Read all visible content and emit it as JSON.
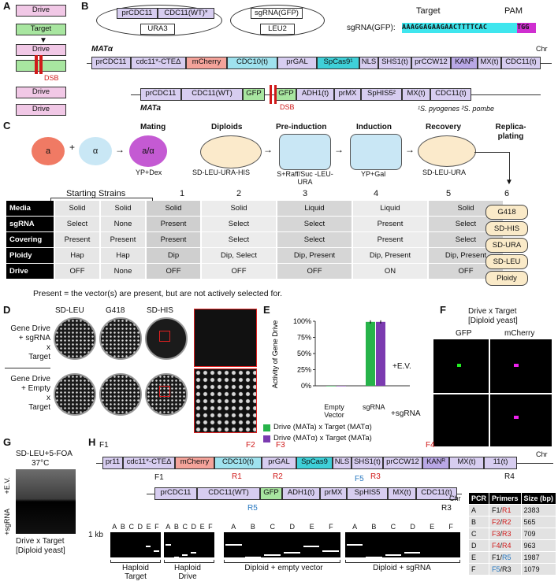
{
  "panels": {
    "a": "A",
    "b": "B",
    "c": "C",
    "d": "D",
    "e": "E",
    "f": "F",
    "g": "G",
    "h": "H"
  },
  "A": {
    "drive": "Drive",
    "target": "Target",
    "dsb": "DSB"
  },
  "B": {
    "plasmid1_top": "prCDC11",
    "plasmid1_top2": "CDC11(WT)*",
    "plasmid1_marker": "URA3",
    "plasmid2_top": "sgRNA(GFP)",
    "plasmid2_marker": "LEU2",
    "sg_label": "sgRNA(GFP):",
    "target_label": "Target",
    "pam_label": "PAM",
    "target_seq": "AAAGGAGAAGAACTTTTCAC",
    "pam_seq": "TGG",
    "mat_alpha": "MATα",
    "mat_a": "MATa",
    "chr": "Chr",
    "drive_row": [
      "prCDC11",
      "cdc11*-CTEΔ",
      "mCherry",
      "CDC10(t)",
      "prGAL",
      "SpCas9¹",
      "NLS",
      "SHS1(t)",
      "prCCW12",
      "KANᴿ",
      "MX(t)",
      "CDC11(t)"
    ],
    "target_row": [
      "prCDC11",
      "CDC11(WT)",
      "GFP",
      "GFP",
      "ADH1(t)",
      "prMX",
      "SpHIS5²",
      "MX(t)",
      "CDC11(t)"
    ],
    "dsb": "DSB",
    "footnote": "¹S. pyogenes  ²S. pombe"
  },
  "C": {
    "cells": [
      "a",
      "α",
      "a/α"
    ],
    "steps": [
      {
        "title": "Mating",
        "sub": "YP+Dex"
      },
      {
        "title": "Diploids",
        "sub": "SD-LEU-URA-HIS"
      },
      {
        "title": "Pre-induction",
        "sub": "S+Raff/Suc -LEU-URA"
      },
      {
        "title": "Induction",
        "sub": "YP+Gal"
      },
      {
        "title": "Recovery",
        "sub": "SD-LEU-URA"
      },
      {
        "title": "Replica-plating",
        "sub": ""
      }
    ],
    "starting": "Starting Strains",
    "col_nums": [
      "1",
      "2",
      "3",
      "4",
      "5",
      "6"
    ],
    "rows": [
      {
        "h": "Media",
        "v": [
          "Solid",
          "Solid",
          "Solid",
          "Solid",
          "Liquid",
          "Liquid",
          "Solid"
        ]
      },
      {
        "h": "sgRNA",
        "v": [
          "Select",
          "None",
          "Present",
          "Select",
          "Select",
          "Present",
          "Select"
        ]
      },
      {
        "h": "Covering",
        "v": [
          "Present",
          "Present",
          "Present",
          "Select",
          "Select",
          "Present",
          "Select"
        ]
      },
      {
        "h": "Ploidy",
        "v": [
          "Hap",
          "Hap",
          "Dip",
          "Dip, Select",
          "Dip, Present",
          "Dip, Present",
          "Dip, Present"
        ]
      },
      {
        "h": "Drive",
        "v": [
          "OFF",
          "None",
          "OFF",
          "OFF",
          "OFF",
          "ON",
          "OFF"
        ]
      }
    ],
    "replica": [
      "G418",
      "SD-HIS",
      "SD-URA",
      "SD-LEU",
      "Ploidy"
    ],
    "note": "Present = the vector(s) are present, but are not actively selected for."
  },
  "D": {
    "cols": [
      "SD-LEU",
      "G418",
      "SD-HIS"
    ],
    "row1": [
      "Gene Drive",
      "+ sgRNA",
      "x",
      "Target"
    ],
    "row2": [
      "Gene Drive",
      "+ Empty",
      "x",
      "Target"
    ]
  },
  "E": {
    "ylabel": "Activity of Gene Drive",
    "yticks": [
      "0%",
      "25%",
      "50%",
      "75%",
      "100%"
    ],
    "xlabels": [
      "Empty Vector",
      "sgRNA"
    ],
    "legend": [
      "Drive (MATa) x Target (MATα)",
      "Drive (MATα) x Target (MATa)"
    ],
    "colors": [
      "#27b34a",
      "#7b3bb0"
    ]
  },
  "chart_data": {
    "type": "bar",
    "categories": [
      "Empty Vector",
      "sgRNA"
    ],
    "series": [
      {
        "name": "Drive (MATa) x Target (MATα)",
        "values": [
          0,
          99
        ]
      },
      {
        "name": "Drive (MATα) x Target (MATa)",
        "values": [
          0,
          99
        ]
      }
    ],
    "ylabel": "Activity of Gene Drive",
    "ylim": [
      0,
      100
    ]
  },
  "F": {
    "title1": "Drive x Target",
    "title2": "[Diploid yeast]",
    "cols": [
      "GFP",
      "mCherry"
    ],
    "rows": [
      "+E.V.",
      "+sgRNA"
    ]
  },
  "G": {
    "title1": "SD-LEU+5-FOA",
    "title2": "37°C",
    "ev": "+E.V.",
    "sg": "+sgRNA",
    "foot1": "Drive x Target",
    "foot2": "[Diploid yeast]"
  },
  "H": {
    "top_row": [
      "pr11",
      "cdc11*-CTEΔ",
      "mCherry",
      "CDC10(t)",
      "prGAL",
      "SpCas9",
      "NLS",
      "SHS1(t)",
      "prCCW12",
      "KANᴿ",
      "MX(t)",
      "11(t)"
    ],
    "bottom_row": [
      "prCDC11",
      "CDC11(WT)",
      "GFP",
      "ADH1(t)",
      "prMX",
      "SpHIS5",
      "MX(t)",
      "CDC11(t)"
    ],
    "primers": [
      "F1",
      "R1",
      "F2",
      "R2",
      "F3",
      "R3",
      "F4",
      "R4",
      "F1",
      "R5",
      "F5",
      "R3"
    ],
    "chr": "Chr",
    "kb": "1 kb",
    "lane_letters": [
      "A",
      "B",
      "C",
      "D",
      "E",
      "F"
    ],
    "groups": [
      "Haploid Target",
      "Haploid Drive",
      "Diploid + empty vector",
      "Diploid + sgRNA"
    ],
    "table_header": [
      "PCR",
      "Primers",
      "Size (bp)"
    ],
    "table": [
      {
        "pcr": "A",
        "p1": "F1",
        "p2": "R1",
        "size": "2383"
      },
      {
        "pcr": "B",
        "p1": "F2",
        "p2": "R2",
        "size": "565"
      },
      {
        "pcr": "C",
        "p1": "F3",
        "p2": "R3",
        "size": "709"
      },
      {
        "pcr": "D",
        "p1": "F4",
        "p2": "R4",
        "size": "963"
      },
      {
        "pcr": "E",
        "p1": "F1",
        "p2": "R5",
        "size": "1987"
      },
      {
        "pcr": "F",
        "p1": "F5",
        "p2": "R3",
        "size": "1079"
      }
    ]
  }
}
